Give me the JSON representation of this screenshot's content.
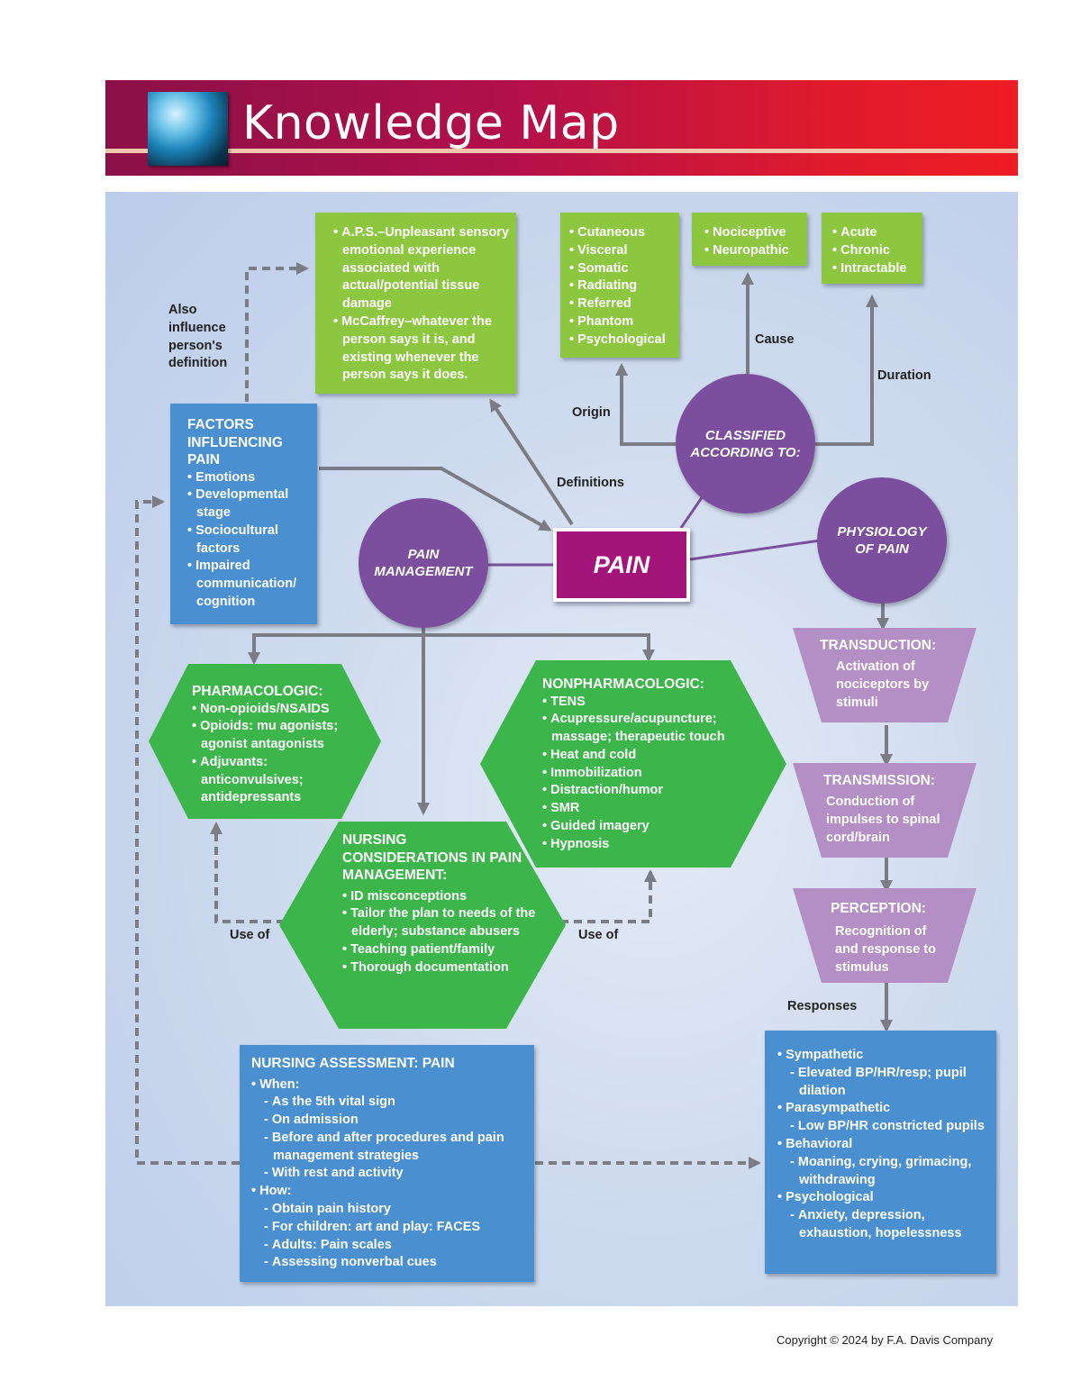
{
  "header": {
    "title": "Knowledge Map"
  },
  "center": {
    "label": "PAIN"
  },
  "circles": {
    "classified": "CLASSIFIED ACCORDING TO:",
    "physiology": "PHYSIOLOGY OF PAIN",
    "management": "PAIN MANAGEMENT"
  },
  "definitions_box": {
    "items": [
      "A.P.S.–Unpleasant sensory emotional experience associated with actual/potential tissue damage",
      "McCaffrey–whatever the person says it is, and existing whenever the person says it does."
    ]
  },
  "origin_box": {
    "items": [
      "Cutaneous",
      "Visceral",
      "Somatic",
      "Radiating",
      "Referred",
      "Phantom",
      "Psychological"
    ]
  },
  "cause_box": {
    "items": [
      "Nociceptive",
      "Neuropathic"
    ]
  },
  "duration_box": {
    "items": [
      "Acute",
      "Chronic",
      "Intractable"
    ]
  },
  "factors_box": {
    "title": "FACTORS INFLUENCING PAIN",
    "items": [
      "Emotions",
      "Developmental stage",
      "Sociocultural factors",
      "Impaired communication/ cognition"
    ]
  },
  "pharmacologic": {
    "title": "PHARMACOLOGIC:",
    "items": [
      "Non-opioids/NSAIDS",
      "Opioids: mu agonists; agonist antagonists",
      "Adjuvants: anticonvulsives; antidepressants"
    ]
  },
  "nonpharmacologic": {
    "title": "NONPHARMACOLOGIC:",
    "items": [
      "TENS",
      "Acupressure/acupuncture; massage; therapeutic touch",
      "Heat and cold",
      "Immobilization",
      "Distraction/humor",
      "SMR",
      "Guided imagery",
      "Hypnosis"
    ]
  },
  "nursing_considerations": {
    "title": "NURSING CONSIDERATIONS IN PAIN MANAGEMENT:",
    "items": [
      "ID misconceptions",
      "Tailor the plan to needs of the elderly; substance abusers",
      "Teaching patient/family",
      "Thorough documentation"
    ]
  },
  "transduction": {
    "title": "TRANSDUCTION:",
    "body": "Activation of nociceptors by stimuli"
  },
  "transmission": {
    "title": "TRANSMISSION:",
    "body": "Conduction of impulses to spinal cord/brain"
  },
  "perception": {
    "title": "PERCEPTION:",
    "body": "Recognition of and response to stimulus"
  },
  "assessment": {
    "title": "NURSING ASSESSMENT: PAIN",
    "when_label": "When:",
    "when": [
      "As the 5th vital sign",
      "On admission",
      "Before and after procedures and pain management strategies",
      "With rest and activity"
    ],
    "how_label": "How:",
    "how": [
      "Obtain pain history",
      "For children: art and play: FACES",
      "Adults: Pain scales",
      "Assessing nonverbal cues"
    ]
  },
  "responses_box": {
    "groups": [
      {
        "label": "Sympathetic",
        "items": [
          "Elevated BP/HR/resp; pupil dilation"
        ]
      },
      {
        "label": "Parasympathetic",
        "items": [
          "Low BP/HR constricted pupils"
        ]
      },
      {
        "label": "Behavioral",
        "items": [
          "Moaning, crying, grimacing, withdrawing"
        ]
      },
      {
        "label": "Psychological",
        "items": [
          "Anxiety, depression, exhaustion, hopelessness"
        ]
      }
    ]
  },
  "edge_labels": {
    "also": "Also influence person's definition",
    "definitions": "Definitions",
    "origin": "Origin",
    "cause": "Cause",
    "duration": "Duration",
    "use_of_left": "Use of",
    "use_of_right": "Use of",
    "responses": "Responses"
  },
  "colors": {
    "banner_start": "#8b1048",
    "banner_end": "#ee1c24",
    "green_box": "#8dc63f",
    "green_hex": "#3cb54a",
    "blue_box": "#4a8fd0",
    "purple_circle": "#7b4e9e",
    "pain_box": "#a3157a",
    "lavender_trap": "#b48fc6",
    "connector": "#7a7d85"
  },
  "footer": {
    "copyright": "Copyright © 2024 by F.A. Davis Company"
  }
}
